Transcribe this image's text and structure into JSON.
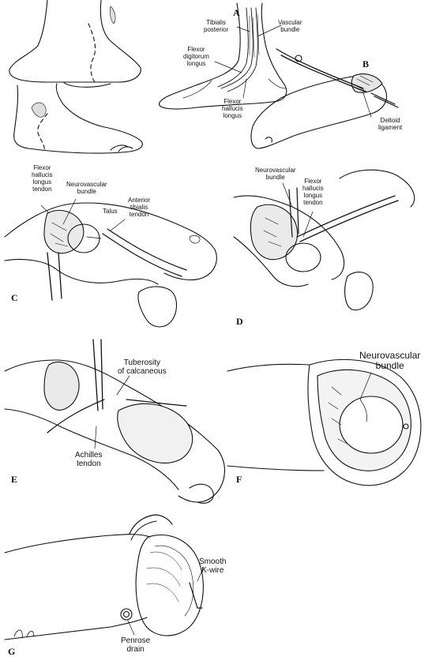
{
  "panels": {
    "A": {
      "letter": "A",
      "labels": {
        "tibialis_posterior": "Tibialis\nposterior",
        "vascular_bundle": "Vascular\nbundle",
        "flexor_digitorum_longus": "Flexor\ndigitorum\nlongus",
        "flexor_hallucis_longus": "Flexor\nhallucis\nlongus"
      }
    },
    "B": {
      "letter": "B",
      "labels": {
        "deltoid_ligament": "Deltoid\nligament"
      }
    },
    "C": {
      "letter": "C",
      "labels": {
        "flexor_hallucis_longus_tendon": "Flexor\nhallucis\nlongus\ntendon",
        "neurovascular_bundle": "Neurovascular\nbundle",
        "talus": "Talus",
        "anterior_tibialis_tendon": "Anterior\ntibialis\ntendon"
      }
    },
    "D": {
      "letter": "D",
      "labels": {
        "neurovascular_bundle": "Neurovascular\nbundle",
        "flexor_hallucis_longus_tendon": "Flexor\nhallucis\nlongus\ntendon"
      }
    },
    "E": {
      "letter": "E",
      "labels": {
        "tuberosity_of_calcaneous": "Tuberosity\nof calcaneous",
        "achilles_tendon": "Achilles\ntendon"
      }
    },
    "F": {
      "letter": "F",
      "labels": {
        "neurovascular_bundle": "Neurovascular\nbundle"
      }
    },
    "G": {
      "letter": "G",
      "labels": {
        "smooth_k_wire": "Smooth\nK-wire",
        "penrose_drain": "Penrose\ndrain"
      }
    }
  }
}
